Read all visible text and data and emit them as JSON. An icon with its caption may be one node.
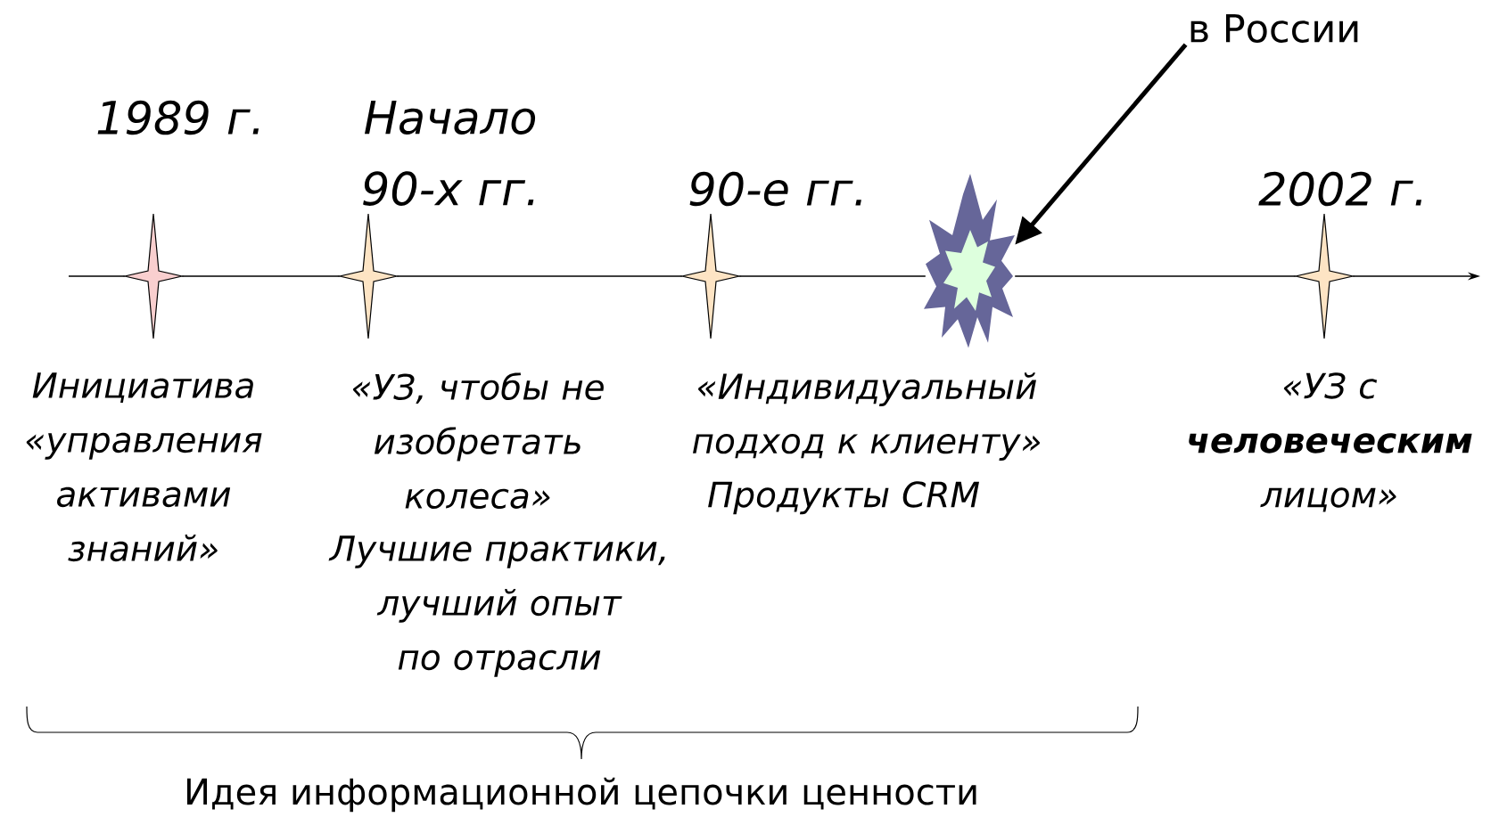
{
  "diagram": {
    "nodes": [
      {
        "text": [],
        "shape": "star",
        "beside": [
          "1989 г.",
          "Инициатива «управления активами знаний»"
        ]
      },
      {
        "text": [],
        "shape": "star",
        "beside": [
          "Начало 90-х гг.",
          "«УЗ, чтобы не изобретать колеса»",
          "Лучшие практики, лучший опыт по отрасли"
        ]
      },
      {
        "text": [],
        "shape": "star",
        "beside": [
          "90-е гг.",
          "«Индивидуальный подход к клиенту»",
          "Продукты CRM"
        ]
      },
      {
        "text": [],
        "shape": "burst"
      },
      {
        "text": [
          "в России"
        ]
      },
      {
        "text": [],
        "shape": "star",
        "beside": [
          "2002 г.",
          "«УЗ с **человеческим** лицом»"
        ]
      }
    ],
    "edges": [
      {
        "from": null,
        "to": 0,
        "arrow": "none"
      },
      {
        "from": 0,
        "to": 1,
        "arrow": "none"
      },
      {
        "from": 1,
        "to": 2,
        "arrow": "none"
      },
      {
        "from": 2,
        "to": 3,
        "arrow": "none"
      },
      {
        "from": 3,
        "to": 5,
        "arrow": "none"
      },
      {
        "from": 5,
        "to": null,
        "arrow": "to"
      },
      {
        "from": 4,
        "to": 3,
        "arrow": "to",
        "style": "thick"
      }
    ],
    "labels": [
      "Идея информационной цепочки ценности"
    ]
  }
}
